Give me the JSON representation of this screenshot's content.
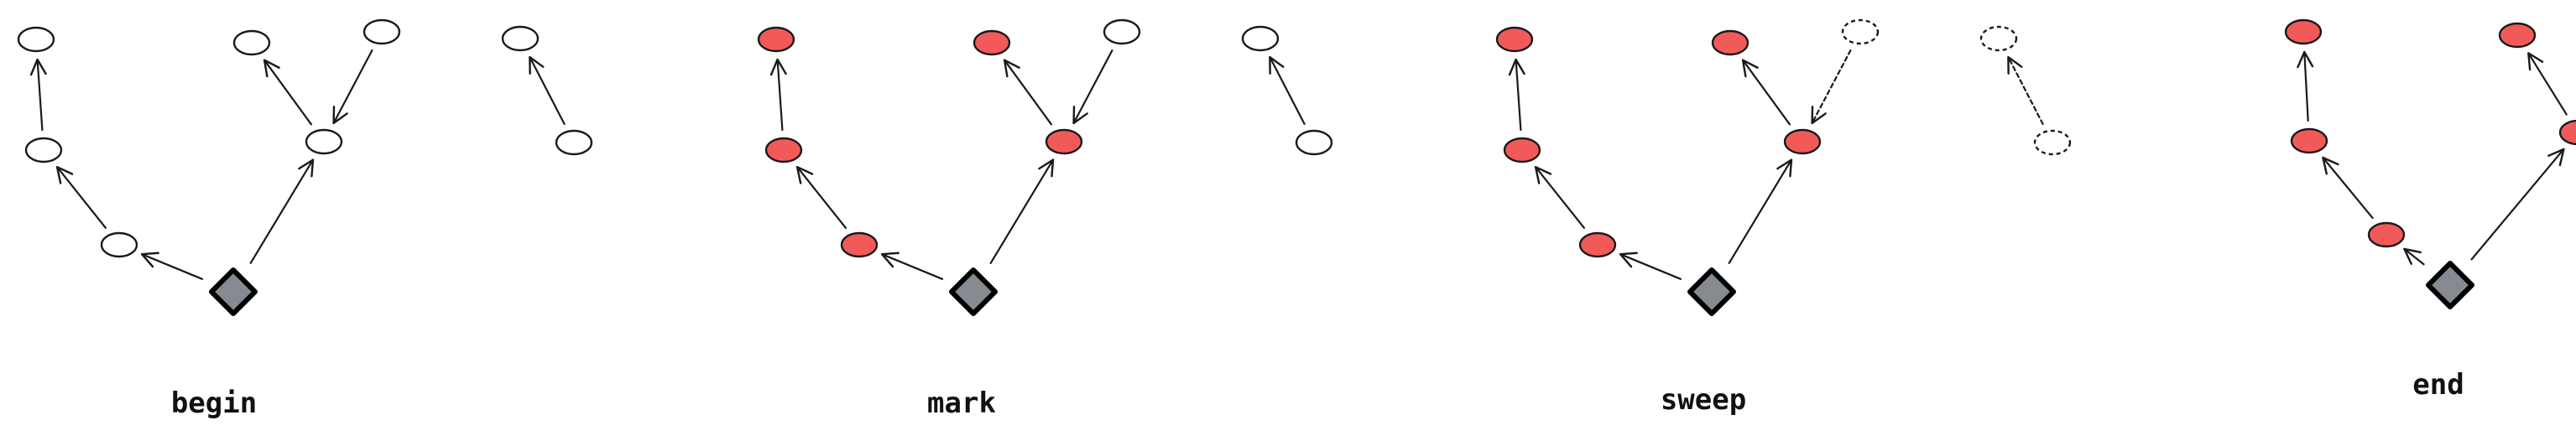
{
  "diagram": {
    "title": "",
    "colors": {
      "marked": "#f25a5a",
      "unmarked": "#ffffff",
      "root": "#868b91",
      "stroke": "#1a1a1a"
    },
    "panels": [
      {
        "id": "begin",
        "label": "begin",
        "root_state": "root",
        "node_states": {
          "n1": "unmarked",
          "n2": "unmarked",
          "n3": "unmarked",
          "n4": "unmarked",
          "n5": "unmarked",
          "n6": "unmarked",
          "g1": "unmarked",
          "g2": "unmarked"
        }
      },
      {
        "id": "mark",
        "label": "mark",
        "root_state": "root",
        "node_states": {
          "n1": "marked",
          "n2": "marked",
          "n3": "marked",
          "n4": "marked",
          "n5": "marked",
          "n6": "unmarked",
          "g1": "unmarked",
          "g2": "unmarked"
        }
      },
      {
        "id": "sweep",
        "label": "sweep",
        "root_state": "root",
        "node_states": {
          "n1": "marked",
          "n2": "marked",
          "n3": "marked",
          "n4": "marked",
          "n5": "marked",
          "n6": "swept",
          "g1": "swept",
          "g2": "swept"
        }
      },
      {
        "id": "end",
        "label": "end",
        "root_state": "root",
        "node_states": {
          "n1": "marked",
          "n2": "marked",
          "n3": "marked",
          "n4": "marked",
          "n5": "marked",
          "n6": "absent",
          "g1": "absent",
          "g2": "absent"
        }
      }
    ]
  }
}
